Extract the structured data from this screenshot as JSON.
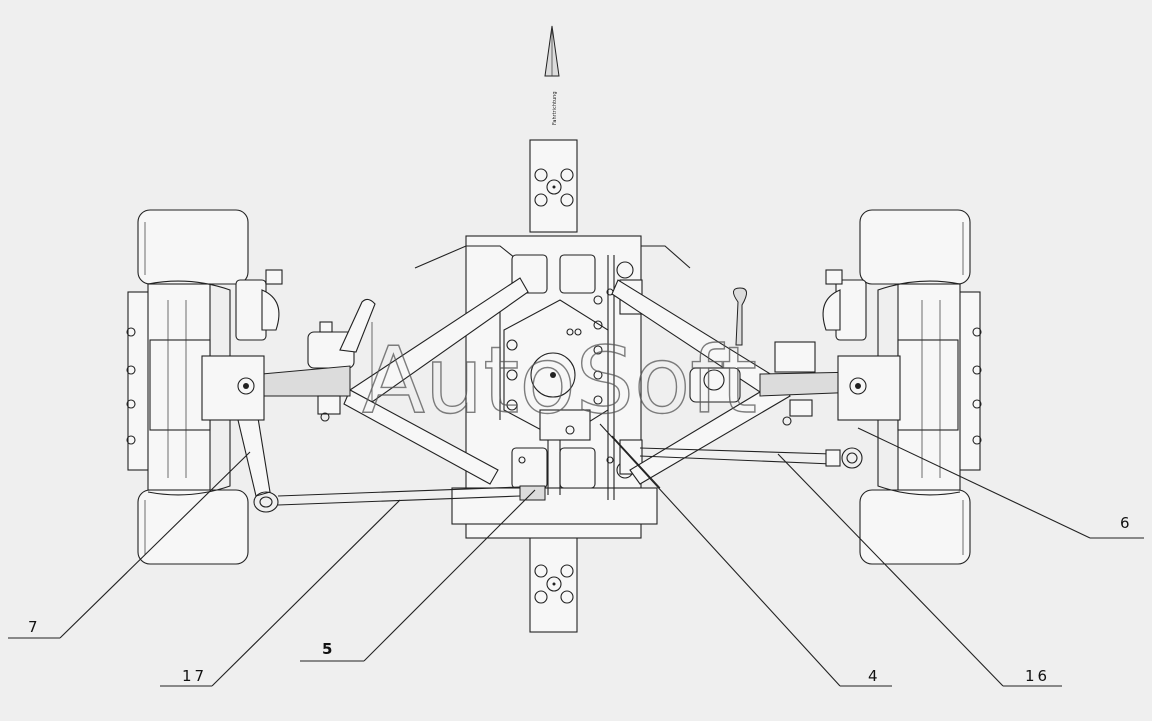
{
  "drawing": {
    "watermark": "AutoSoft",
    "arrow_caption": "Fahrtrichtung",
    "callouts": [
      {
        "id": "7",
        "label": "7",
        "bold": false
      },
      {
        "id": "17",
        "label": "17",
        "bold": false
      },
      {
        "id": "5",
        "label": "5",
        "bold": true
      },
      {
        "id": "4",
        "label": "4",
        "bold": false
      },
      {
        "id": "16",
        "label": "16",
        "bold": false
      },
      {
        "id": "6",
        "label": "6",
        "bold": false
      }
    ]
  }
}
